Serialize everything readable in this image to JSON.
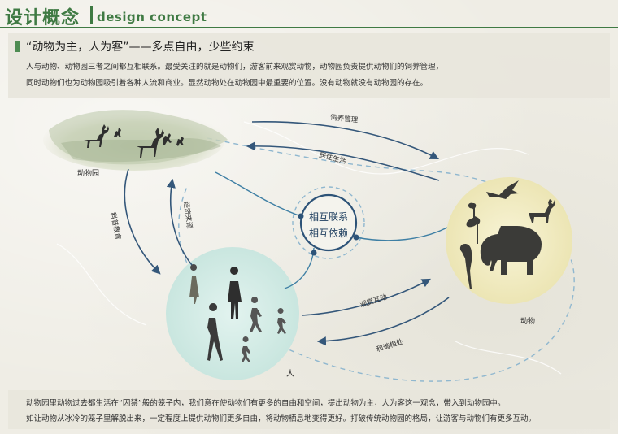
{
  "header": {
    "title_cn": "设计概念",
    "title_en": "design concept"
  },
  "intro": {
    "heading": "“动物为主，人为客”——多点自由，少些约束",
    "lines": [
      "人与动物、动物园三者之间都互相联系。最受关注的就是动物们，游客前来观赏动物，动物园负责提供动物们的饲养管理，",
      "同时动物们也为动物园吸引着各种人流和商业。显然动物处在动物园中最重要的位置。没有动物就没有动物园的存在。"
    ]
  },
  "diagram": {
    "nodes": {
      "zoo": "动物园",
      "people": "人",
      "animals": "动物"
    },
    "center": [
      "相互联系",
      "相互依赖"
    ],
    "flows": {
      "feeding": "饲养管理",
      "living": "居住生活",
      "economy": "经济来源",
      "education": "科普教育",
      "viewing": "观赏互动",
      "harmony": "和谐相处"
    }
  },
  "outro": {
    "lines": [
      "动物园里动物过去都生活在“囚禁”般的笼子内，我们意在使动物们有更多的自由和空间，提出动物为主，人为客这一观念，带入到动物园中。",
      "如让动物从冰冷的笼子里解脱出来，一定程度上提供动物们更多自由，将动物栖息地变得更好。打破传统动物园的格局，让游客与动物们有更多互动。"
    ]
  },
  "colors": {
    "brand_green": "#3f7a43",
    "arrow_blue": "#34577a",
    "dash_blue": "#8fb7cf",
    "people_circle": "#d6ede8",
    "animal_circle": "#f3eec6"
  }
}
